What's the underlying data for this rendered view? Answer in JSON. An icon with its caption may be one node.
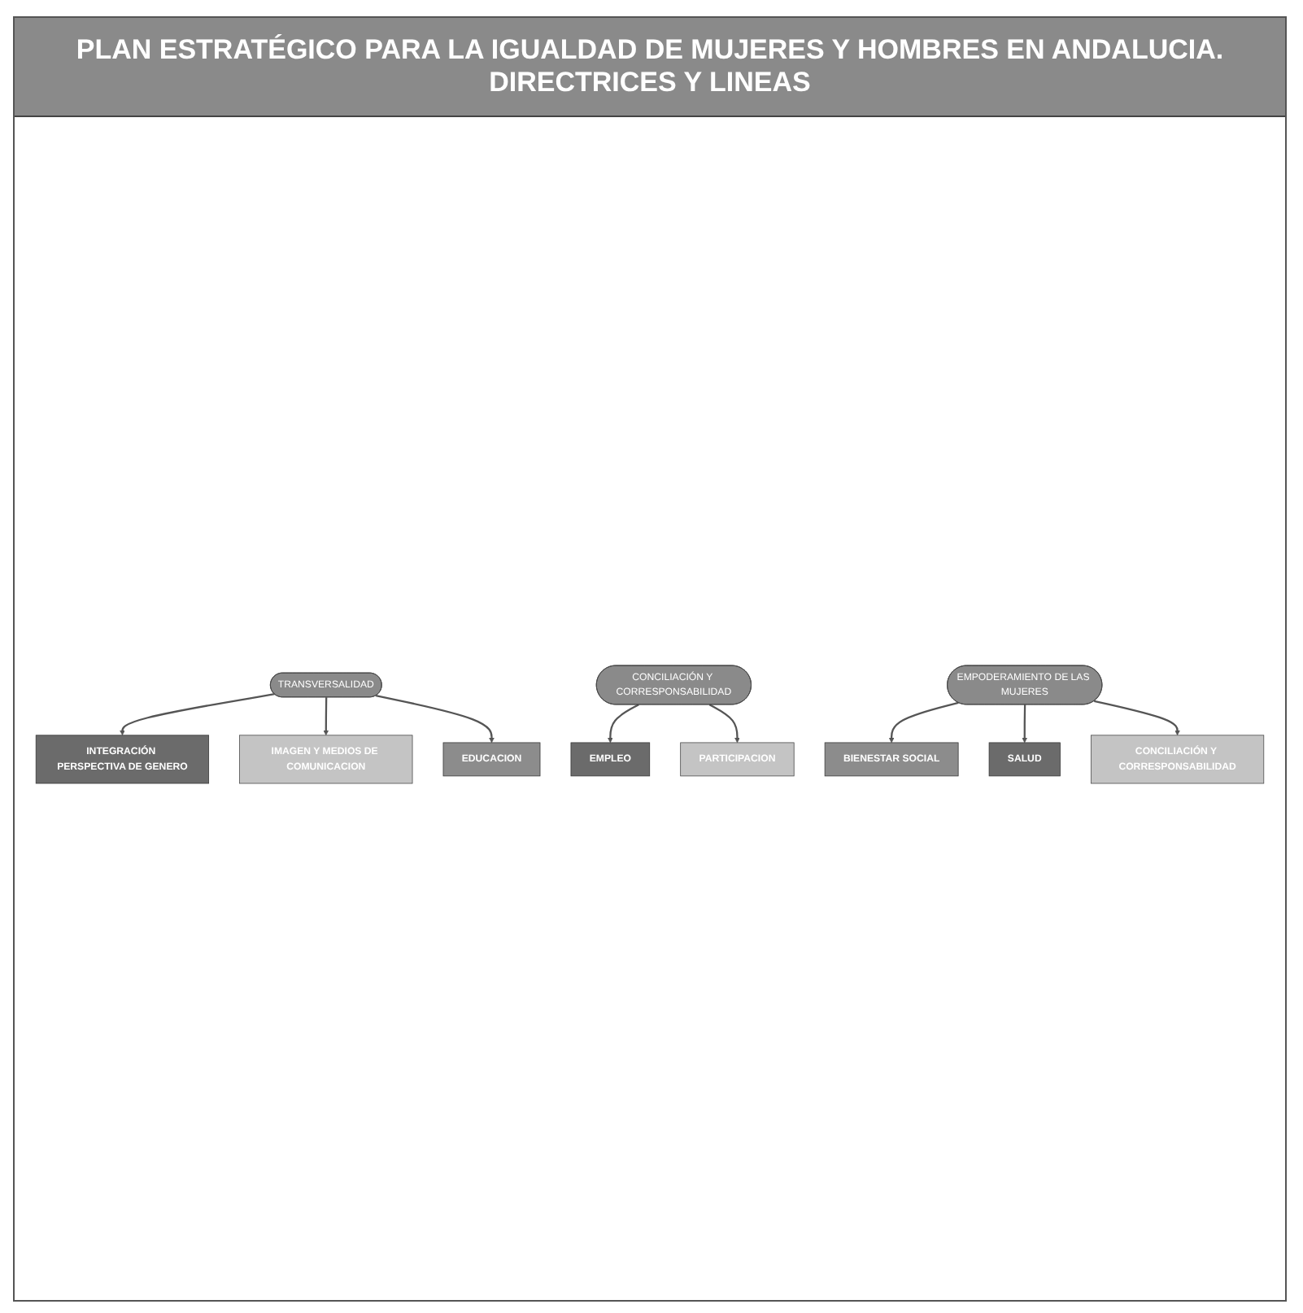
{
  "diagram": {
    "title": "PLAN ESTRATÉGICO PARA LA IGUALDAD DE MUJERES Y HOMBRES EN ANDALUCIA. DIRECTRICES Y LINEAS",
    "nodes": [
      {
        "text": [
          "INTEGRACIÓN PERSPECTIVA DE GENERO"
        ]
      },
      {
        "text": [
          "TRANSVERSALIDAD"
        ]
      },
      {
        "text": [
          "IMAGEN Y MEDIOS DE COMUNICACION"
        ]
      },
      {
        "text": [
          "EDUCACION"
        ]
      },
      {
        "text": [
          "CONCILIACIÓN Y CORRESPONSABILIDAD"
        ]
      },
      {
        "text": [
          "PARTICIPACION"
        ]
      },
      {
        "text": [
          "EMPLEO"
        ]
      },
      {
        "text": [
          "EMPODERAMIENTO DE LAS MUJERES"
        ]
      },
      {
        "text": [
          "BIENESTAR SOCIAL"
        ]
      },
      {
        "text": [
          "SALUD"
        ]
      },
      {
        "text": [
          "CONCILIACIÓN Y CORRESPONSABILIDAD"
        ]
      }
    ],
    "edges": [
      {
        "from": 1,
        "to": 0,
        "arrow": "to"
      },
      {
        "from": 1,
        "to": 2,
        "arrow": "to"
      },
      {
        "from": 1,
        "to": 3,
        "arrow": "to"
      },
      {
        "from": 4,
        "to": 6,
        "arrow": "to"
      },
      {
        "from": 4,
        "to": 5,
        "arrow": "to"
      },
      {
        "from": 7,
        "to": 8,
        "arrow": "to"
      },
      {
        "from": 7,
        "to": 9,
        "arrow": "to"
      },
      {
        "from": 7,
        "to": 10,
        "arrow": "to"
      }
    ]
  }
}
